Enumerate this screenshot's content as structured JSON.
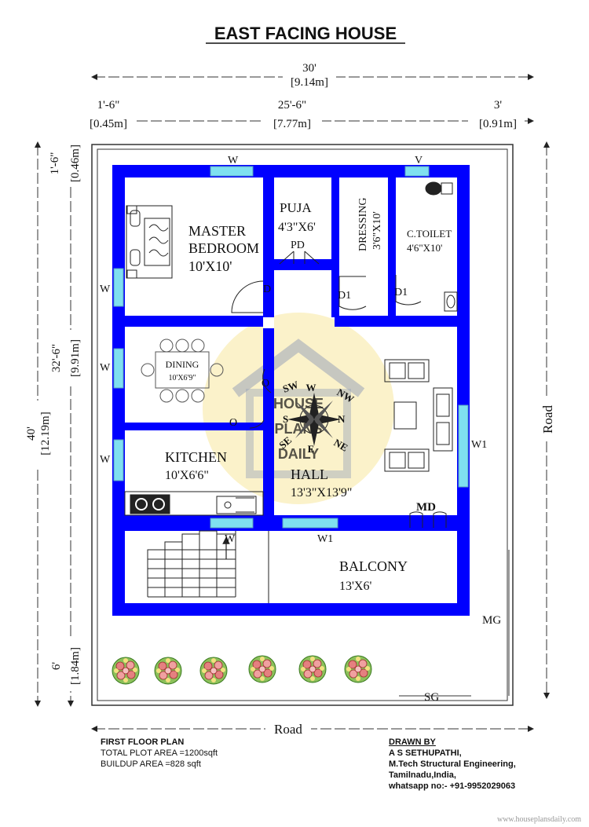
{
  "title": "EAST FACING HOUSE",
  "dims": {
    "top_total_ft": "30'",
    "top_total_m": "[9.14m]",
    "top_left_ft": "1'-6\"",
    "top_left_m": "[0.45m]",
    "top_mid_ft": "25'-6\"",
    "top_mid_m": "[7.77m]",
    "top_right_ft": "3'",
    "top_right_m": "[0.91m]",
    "left_total_ft": "40'",
    "left_total_m": "[12.19m]",
    "left_top_ft": "1'-6\"",
    "left_top_m": "[0.46m]",
    "left_mid_ft": "32'-6\"",
    "left_mid_m": "[9.91m]",
    "left_bot_ft": "6'",
    "left_bot_m": "[1.84m]"
  },
  "rooms": {
    "master_name_1": "MASTER",
    "master_name_2": "BEDROOM",
    "master_size": "10'X10'",
    "puja_name": "PUJA",
    "puja_size": "4'3\"X6'",
    "dressing_name": "DRESSING",
    "dressing_size": "3'6\"X10'",
    "toilet_name": "C.TOILET",
    "toilet_size": "4'6\"X10'",
    "dining_name": "DINING",
    "dining_size": "10'X6'9\"",
    "kitchen_name": "KITCHEN",
    "kitchen_size": "10'X6'6\"",
    "hall_name": "HALL",
    "hall_size": "13'3\"X13'9\"",
    "balcony_name": "BALCONY",
    "balcony_size": "13'X6'"
  },
  "labels": {
    "w": "W",
    "v": "V",
    "w1": "W1",
    "pd": "PD",
    "d": "D",
    "d1": "D1",
    "o": "O",
    "md": "MD",
    "mg": "MG",
    "sg": "SG",
    "road": "Road"
  },
  "compass": {
    "n": "N",
    "s": "S",
    "e": "E",
    "w": "W",
    "ne": "NE",
    "nw": "NW",
    "se": "SE",
    "sw": "SW"
  },
  "watermark": {
    "line1": "HOUSE",
    "line2": "PLANS",
    "line3": "DAILY"
  },
  "footer": {
    "plan_name": "FIRST FLOOR PLAN",
    "plot_area": "TOTAL PLOT AREA =1200sqft",
    "buildup_area": "BUILDUP AREA =828 sqft",
    "drawn_by": "DRAWN BY",
    "author": "A S SETHUPATHI,",
    "degree": "M.Tech Structural Engineering,",
    "location": "Tamilnadu,India,",
    "contact": "whatsapp no:- +91-9952029063",
    "url": "www.houseplansdaily.com"
  },
  "colors": {
    "wall": "#0000ff",
    "window": "#7fe0f0",
    "watermark": "#f7e28a"
  }
}
